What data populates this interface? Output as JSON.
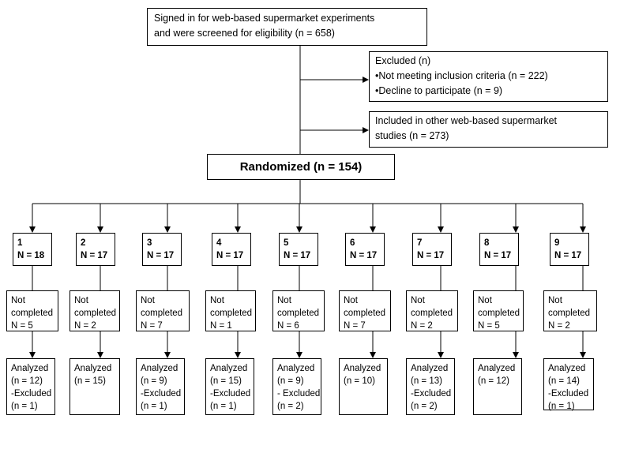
{
  "flow": {
    "signin": [
      "Signed in for web-based supermarket experiments",
      "and were screened for eligibility  (n = 658)"
    ],
    "excluded": [
      "Excluded (n)",
      "•Not meeting inclusion criteria (n = 222)",
      "•Decline to participate (n = 9)"
    ],
    "included": [
      "Included in other web-based supermarket",
      "studies (n = 273)"
    ],
    "randomized": "Randomized (n = 154)"
  },
  "arms": [
    {
      "id": "1",
      "n": "N = 18",
      "not_completed": [
        "Not",
        "completed",
        "N = 5"
      ],
      "analyzed": [
        "Analyzed",
        "(n = 12)",
        "-Excluded",
        "(n = 1)"
      ]
    },
    {
      "id": "2",
      "n": "N = 17",
      "not_completed": [
        "Not",
        "completed",
        "N = 2"
      ],
      "analyzed": [
        "Analyzed",
        "(n = 15)"
      ]
    },
    {
      "id": "3",
      "n": "N = 17",
      "not_completed": [
        "Not",
        "completed",
        "N = 7"
      ],
      "analyzed": [
        "Analyzed",
        "(n = 9)",
        "-Excluded",
        "(n = 1)"
      ]
    },
    {
      "id": "4",
      "n": "N = 17",
      "not_completed": [
        "Not",
        "completed",
        "N = 1"
      ],
      "analyzed": [
        "Analyzed",
        "(n = 15)",
        "-Excluded",
        "(n = 1)"
      ]
    },
    {
      "id": "5",
      "n": "N = 17",
      "not_completed": [
        "Not",
        "completed",
        "N = 6"
      ],
      "analyzed": [
        "Analyzed",
        "(n = 9)",
        " - Excluded",
        "(n = 2)"
      ]
    },
    {
      "id": "6",
      "n": "N = 17",
      "not_completed": [
        "Not",
        "completed",
        "N = 7"
      ],
      "analyzed": [
        "Analyzed",
        "(n = 10)"
      ]
    },
    {
      "id": "7",
      "n": "N = 17",
      "not_completed": [
        "Not",
        "completed",
        "N = 2"
      ],
      "analyzed": [
        "Analyzed",
        "(n = 13)",
        "-Excluded",
        "(n = 2)"
      ]
    },
    {
      "id": "8",
      "n": "N = 17",
      "not_completed": [
        "Not",
        "completed",
        "N = 5"
      ],
      "analyzed": [
        "Analyzed",
        "(n = 12)"
      ]
    },
    {
      "id": "9",
      "n": "N = 17",
      "not_completed": [
        "Not",
        "completed",
        "N = 2"
      ],
      "analyzed": [
        "Analyzed",
        "(n = 14)",
        "-Excluded",
        "(n = 1)"
      ]
    }
  ]
}
